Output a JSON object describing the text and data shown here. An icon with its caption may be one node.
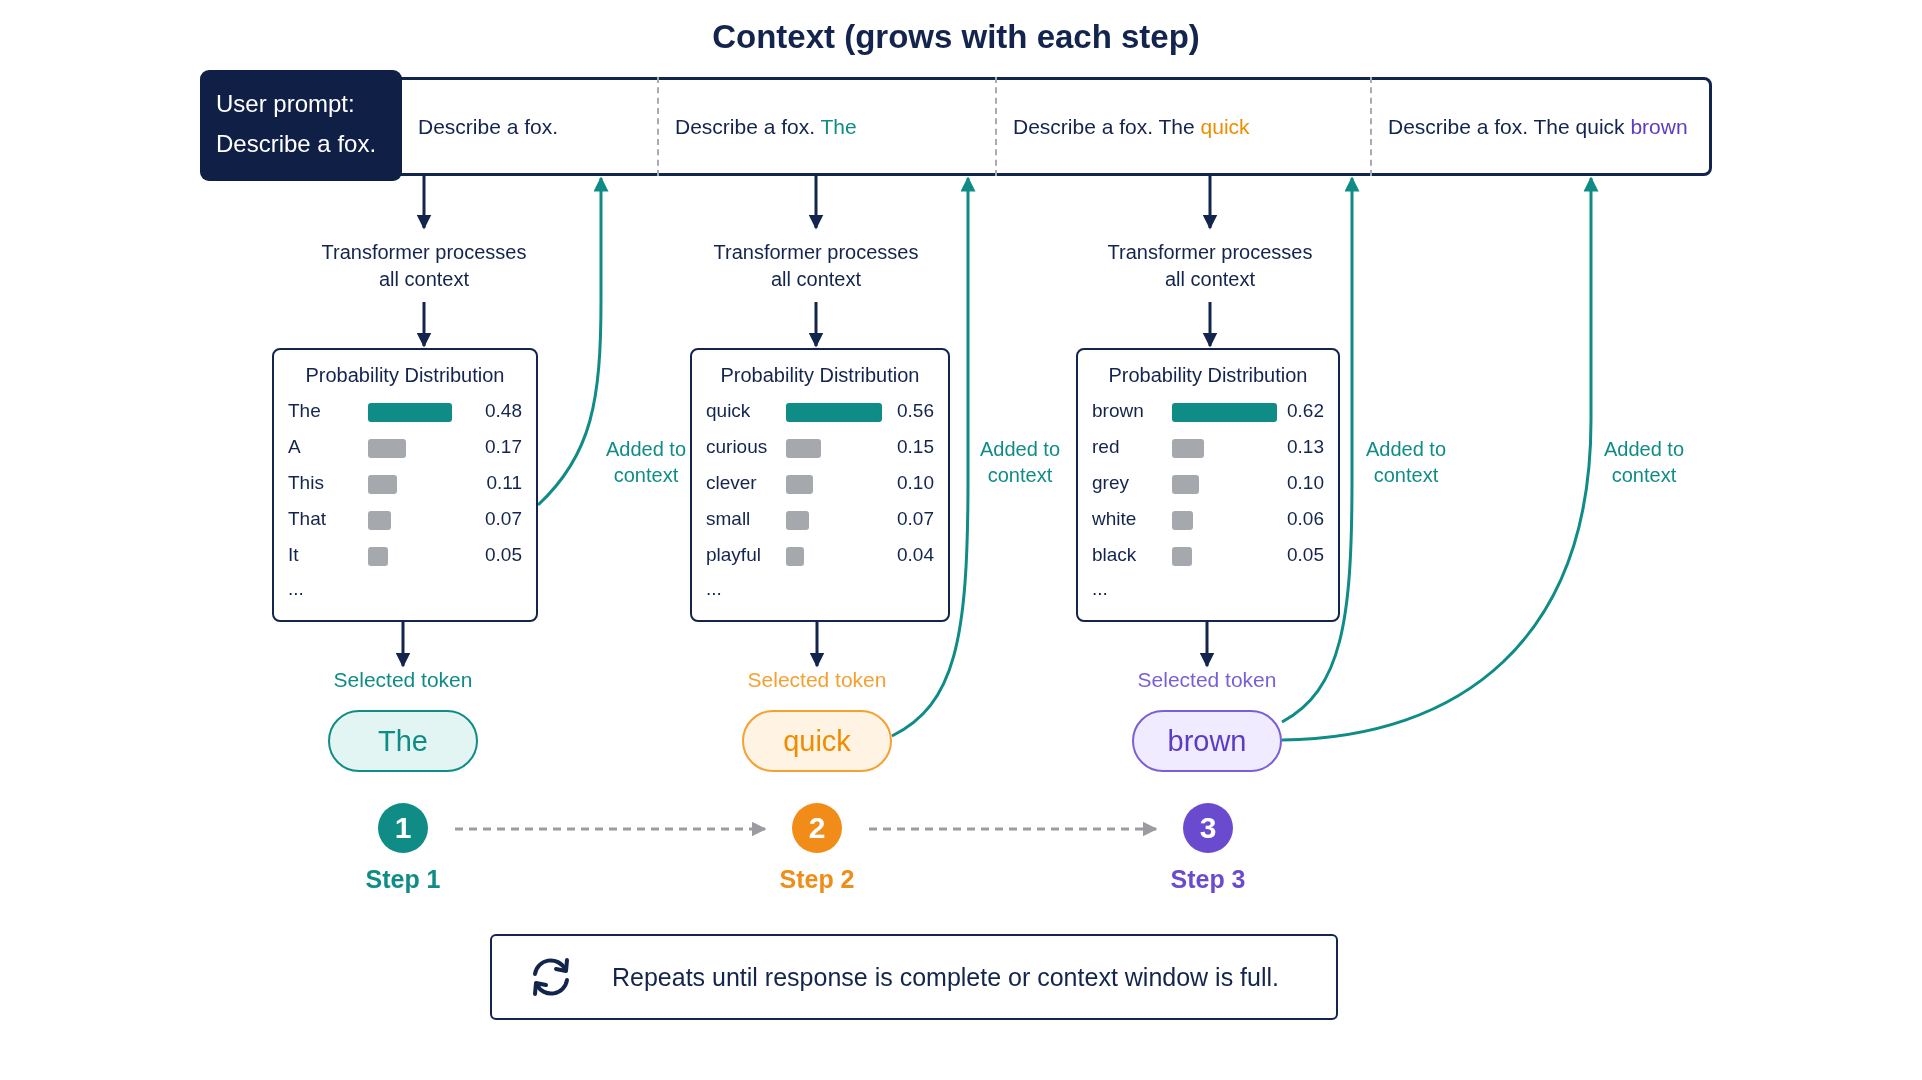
{
  "diagram": {
    "nodes": [
      {
        "text": [
          "Context (grows with each step)"
        ]
      },
      {
        "text": [
          "User prompt:",
          "Describe a fox."
        ],
        "in": 0
      },
      {
        "text": [
          "Describe a fox."
        ],
        "in": 0
      },
      {
        "text": [
          "Describe a fox. The"
        ],
        "in": 0
      },
      {
        "text": [
          "Describe a fox. The quick"
        ],
        "in": 0
      },
      {
        "text": [
          "Describe a fox. The quick brown"
        ],
        "in": 0
      },
      {
        "text": [
          "Transformer processes all context"
        ]
      },
      {
        "text": [
          "Transformer processes all context"
        ]
      },
      {
        "text": [
          "Transformer processes all context"
        ]
      },
      {
        "text": [
          "Probability Distribution"
        ]
      },
      {
        "text": [
          "Probability Distribution"
        ]
      },
      {
        "text": [
          "Probability Distribution"
        ]
      },
      {
        "text": [
          "The"
        ],
        "beside": [
          "Selected token"
        ]
      },
      {
        "text": [
          "quick"
        ],
        "beside": [
          "Selected token"
        ]
      },
      {
        "text": [
          "brown"
        ],
        "beside": [
          "Selected token"
        ]
      },
      {
        "text": [
          "1"
        ],
        "beside": [
          "Step 1"
        ]
      },
      {
        "text": [
          "2"
        ],
        "beside": [
          "Step 2"
        ]
      },
      {
        "text": [
          "3"
        ],
        "beside": [
          "Step 3"
        ]
      },
      {
        "text": [
          "Repeats until response is complete or context window is full."
        ]
      }
    ],
    "edges": [
      {
        "from": 2,
        "to": 6,
        "arrow": "to"
      },
      {
        "from": 6,
        "to": 9,
        "arrow": "to"
      },
      {
        "from": 9,
        "to": 12,
        "arrow": "to"
      },
      {
        "from": 9,
        "to": 2,
        "arrow": "to",
        "label": "Added to context",
        "color": "#0f8c86"
      },
      {
        "from": 3,
        "to": 7,
        "arrow": "to"
      },
      {
        "from": 7,
        "to": 10,
        "arrow": "to"
      },
      {
        "from": 10,
        "to": 13,
        "arrow": "to"
      },
      {
        "from": 13,
        "to": 3,
        "arrow": "to",
        "label": "Added to context",
        "color": "#0f8c86"
      },
      {
        "from": 4,
        "to": 8,
        "arrow": "to"
      },
      {
        "from": 8,
        "to": 11,
        "arrow": "to"
      },
      {
        "from": 11,
        "to": 14,
        "arrow": "to"
      },
      {
        "from": 14,
        "to": 4,
        "arrow": "to",
        "label": "Added to context",
        "color": "#0f8c86"
      },
      {
        "from": 14,
        "to": 5,
        "arrow": "to",
        "label": "Added to context",
        "color": "#0f8c86"
      },
      {
        "from": 15,
        "to": 16,
        "arrow": "to",
        "style": "dashed",
        "color": "#9a9ca1"
      },
      {
        "from": 16,
        "to": 17,
        "arrow": "to",
        "style": "dashed",
        "color": "#9a9ca1"
      }
    ],
    "labels": [
      "The",
      "0.48",
      "A",
      "0.17",
      "This",
      "0.11",
      "That",
      "0.07",
      "It",
      "0.05",
      "...",
      "quick",
      "0.56",
      "curious",
      "0.15",
      "clever",
      "0.10",
      "small",
      "0.07",
      "playful",
      "0.04",
      "...",
      "brown",
      "0.62",
      "red",
      "0.13",
      "grey",
      "0.10",
      "white",
      "0.06",
      "black",
      "0.05",
      "..."
    ]
  }
}
